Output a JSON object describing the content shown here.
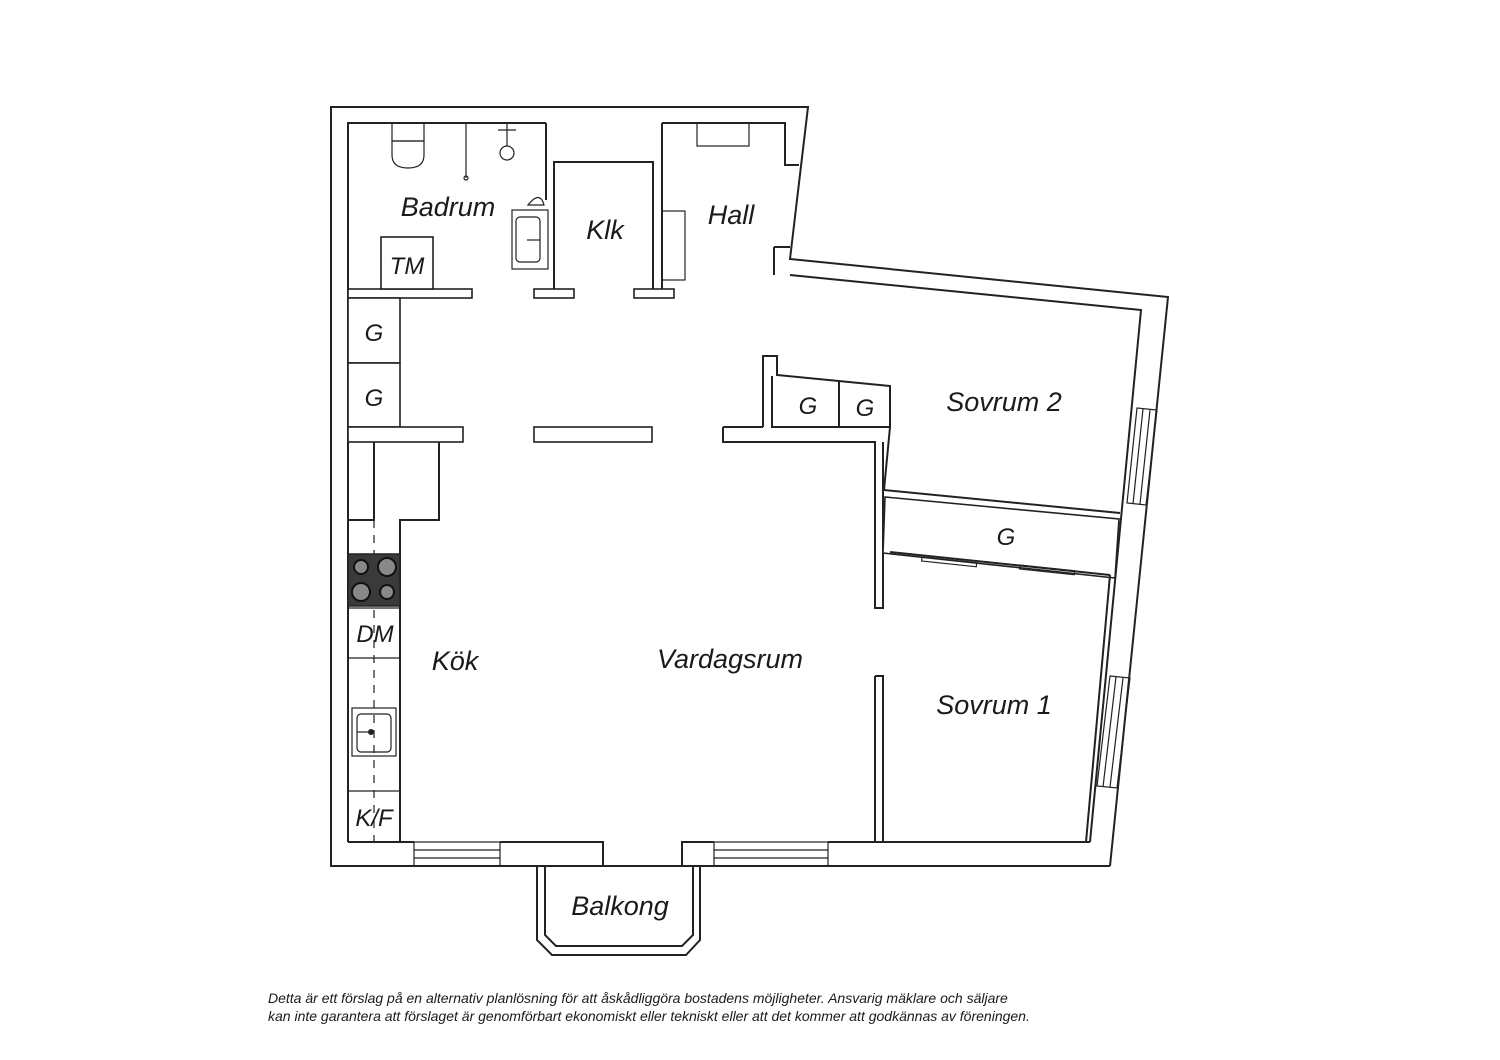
{
  "rooms": {
    "badrum": "Badrum",
    "klk": "Klk",
    "hall": "Hall",
    "sovrum2": "Sovrum 2",
    "kok": "Kök",
    "vardagsrum": "Vardagsrum",
    "sovrum1": "Sovrum 1",
    "balkong": "Balkong"
  },
  "fixtures": {
    "tm": "TM",
    "g": "G",
    "dm": "DM",
    "kf": "K/F"
  },
  "disclaimer": {
    "line1": "Detta är ett förslag på en alternativ planlösning för att åskådliggöra bostadens möjligheter. Ansvarig mäklare och säljare",
    "line2": "kan inte garantera att förslaget är genomförbart ekonomiskt eller tekniskt eller att det kommer att godkännas av föreningen."
  }
}
